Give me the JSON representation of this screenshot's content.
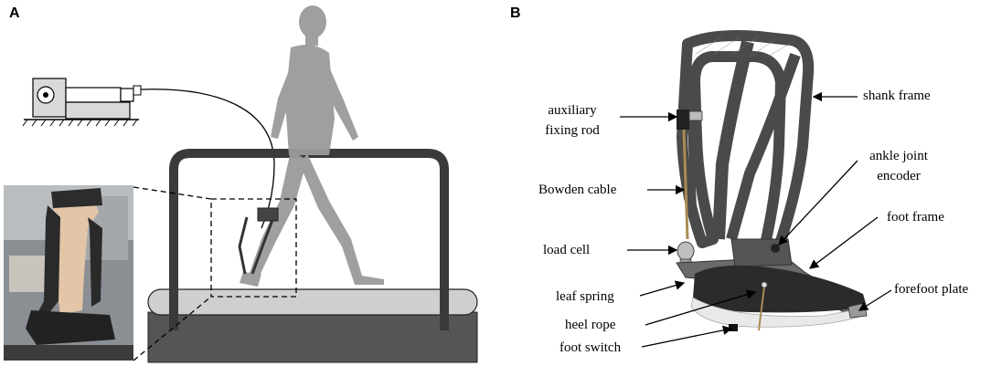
{
  "panels": {
    "a": "A",
    "b": "B"
  },
  "labels": {
    "auxiliary_fixing_rod_1": "auxiliary",
    "auxiliary_fixing_rod_2": "fixing rod",
    "shank_frame": "shank frame",
    "ankle_joint_encoder_1": "ankle joint",
    "ankle_joint_encoder_2": "encoder",
    "bowden_cable": "Bowden cable",
    "foot_frame": "foot  frame",
    "load_cell": "load cell",
    "leaf_spring": "leaf spring",
    "forefoot_plate": "forefoot plate",
    "heel_rope": "heel rope",
    "foot_switch": "foot switch"
  },
  "colors": {
    "carbon": "#4a4a4a",
    "treadmill_rail": "#3a3a3a",
    "belt": "#cfcfcf",
    "base": "#555555",
    "silhouette": "#9a9a9a",
    "motor_fill": "#d9d9d9"
  }
}
